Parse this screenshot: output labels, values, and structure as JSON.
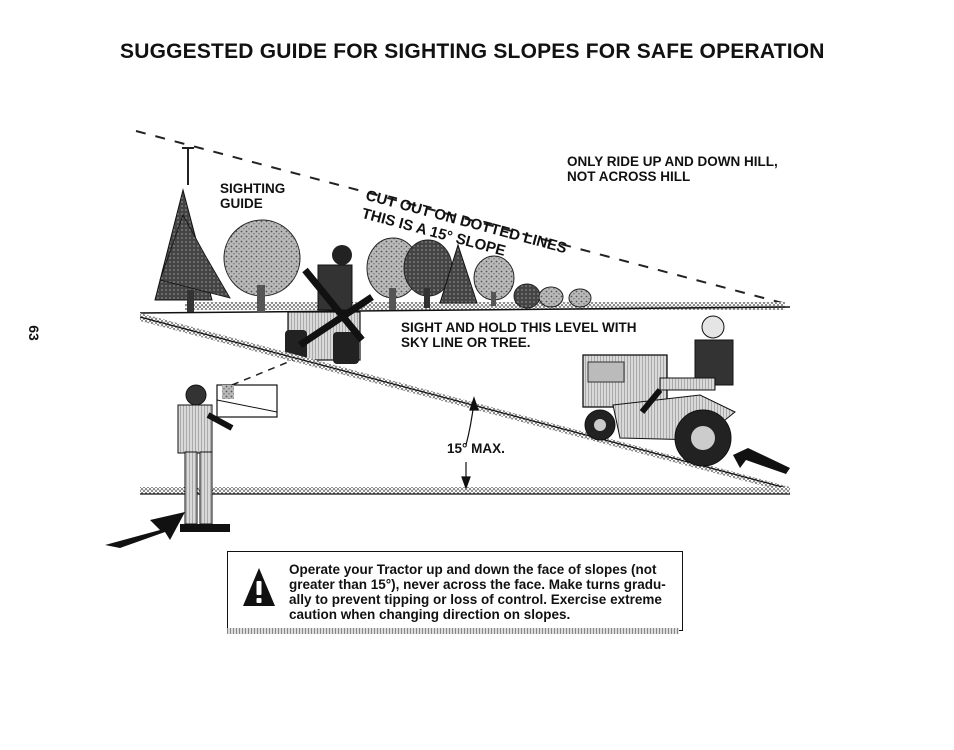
{
  "page": {
    "title": "SUGGESTED GUIDE FOR SIGHTING SLOPES FOR SAFE OPERATION",
    "page_number": "63"
  },
  "diagram": {
    "sighting_guide_label": [
      "SIGHTING",
      "GUIDE"
    ],
    "cut_out_label": "CUT OUT ON DOTTED LINES",
    "slope_label": "THIS IS A 15° SLOPE",
    "ride_instruction": [
      "ONLY RIDE UP AND DOWN HILL,",
      "NOT ACROSS HILL"
    ],
    "sight_instruction": [
      "SIGHT AND HOLD THIS LEVEL WITH",
      "SKY LINE OR TREE."
    ],
    "max_angle_label": "15° MAX."
  },
  "warning": {
    "icon": "warning-triangle-icon",
    "lines": [
      "Operate your Tractor up and down the face of slopes (not",
      "greater than 15°), never across the face. Make turns gradu-",
      "ally to prevent tipping or loss of control. Exercise extreme",
      "caution when changing direction on slopes."
    ]
  }
}
